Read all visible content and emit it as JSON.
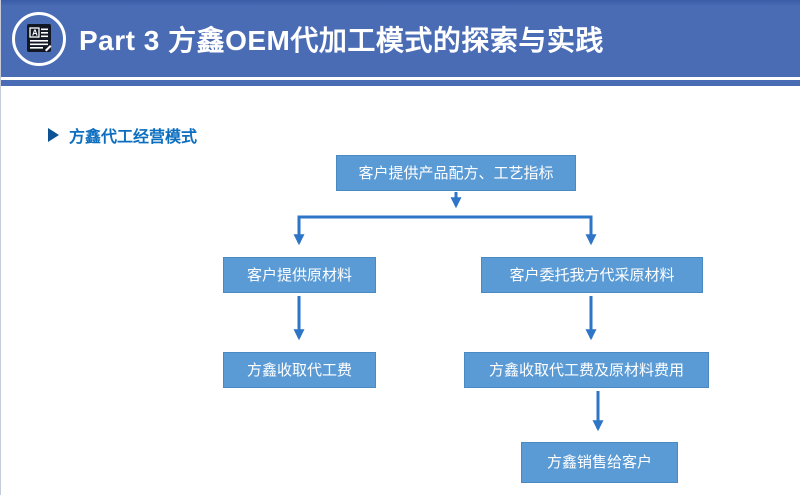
{
  "slide": {
    "header": {
      "title": "Part 3  方鑫OEM代加工模式的探索与实践",
      "icon": "document-badge-icon"
    },
    "section": {
      "bullet_icon": "triangle-right-icon",
      "label": "方鑫代工经营模式"
    },
    "flowchart": {
      "type": "flowchart",
      "nodes": [
        {
          "id": "recipe",
          "label": "客户提供产品配方、工艺指标"
        },
        {
          "id": "customer-materials",
          "label": "客户提供原材料"
        },
        {
          "id": "entrust-purchase",
          "label": "客户委托我方代采原材料"
        },
        {
          "id": "fee-only",
          "label": "方鑫收取代工费"
        },
        {
          "id": "fee-and-materials",
          "label": "方鑫收取代工费及原材料费用"
        },
        {
          "id": "sell-to-customer",
          "label": "方鑫销售给客户"
        }
      ],
      "edges": [
        {
          "from": "recipe",
          "to": "customer-materials"
        },
        {
          "from": "recipe",
          "to": "entrust-purchase"
        },
        {
          "from": "customer-materials",
          "to": "fee-only"
        },
        {
          "from": "entrust-purchase",
          "to": "fee-and-materials"
        },
        {
          "from": "fee-and-materials",
          "to": "sell-to-customer"
        }
      ]
    },
    "colors": {
      "header_background": "#4a6cb4",
      "title_text": "#ffffff",
      "section_text": "#0c6ebf",
      "section_bullet": "#0b5394",
      "node_fill": "#5b9bd5",
      "node_border": "#4a8ac2",
      "node_text": "#ffffff",
      "arrow": "#2e75c8"
    }
  }
}
